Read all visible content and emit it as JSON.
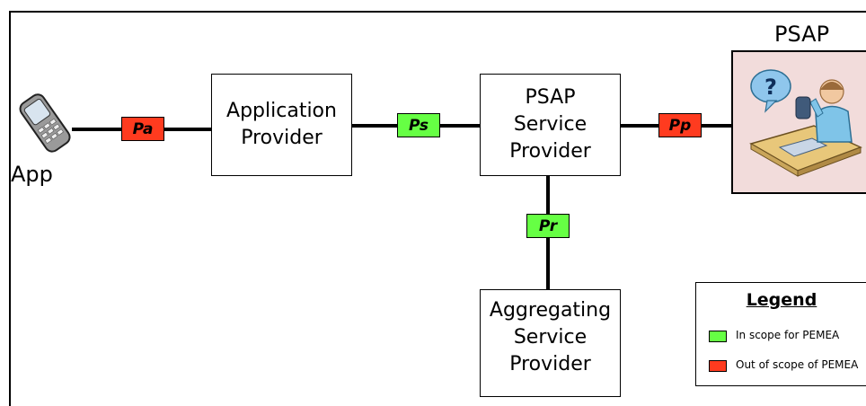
{
  "nodes": {
    "app": {
      "label": "App"
    },
    "application_provider": {
      "label": "Application\nProvider"
    },
    "psap_service_provider": {
      "label": "PSAP\nService\nProvider"
    },
    "aggregating_service_provider": {
      "label": "Aggregating\nService\nProvider"
    },
    "psap": {
      "label": "PSAP"
    }
  },
  "interfaces": {
    "pa": {
      "label": "Pa",
      "color": "#ff3b1f"
    },
    "ps": {
      "label": "Ps",
      "color": "#66ff44"
    },
    "pp": {
      "label": "Pp",
      "color": "#ff3b1f"
    },
    "pr": {
      "label": "Pr",
      "color": "#66ff44"
    }
  },
  "legend": {
    "title": "Legend",
    "items": [
      {
        "label": "In scope for PEMEA",
        "color": "#66ff44"
      },
      {
        "label": "Out of scope of PEMEA",
        "color": "#ff3b1f"
      }
    ]
  },
  "icons": {
    "phone": "mobile-phone-icon",
    "operator": "call-center-operator-icon"
  }
}
